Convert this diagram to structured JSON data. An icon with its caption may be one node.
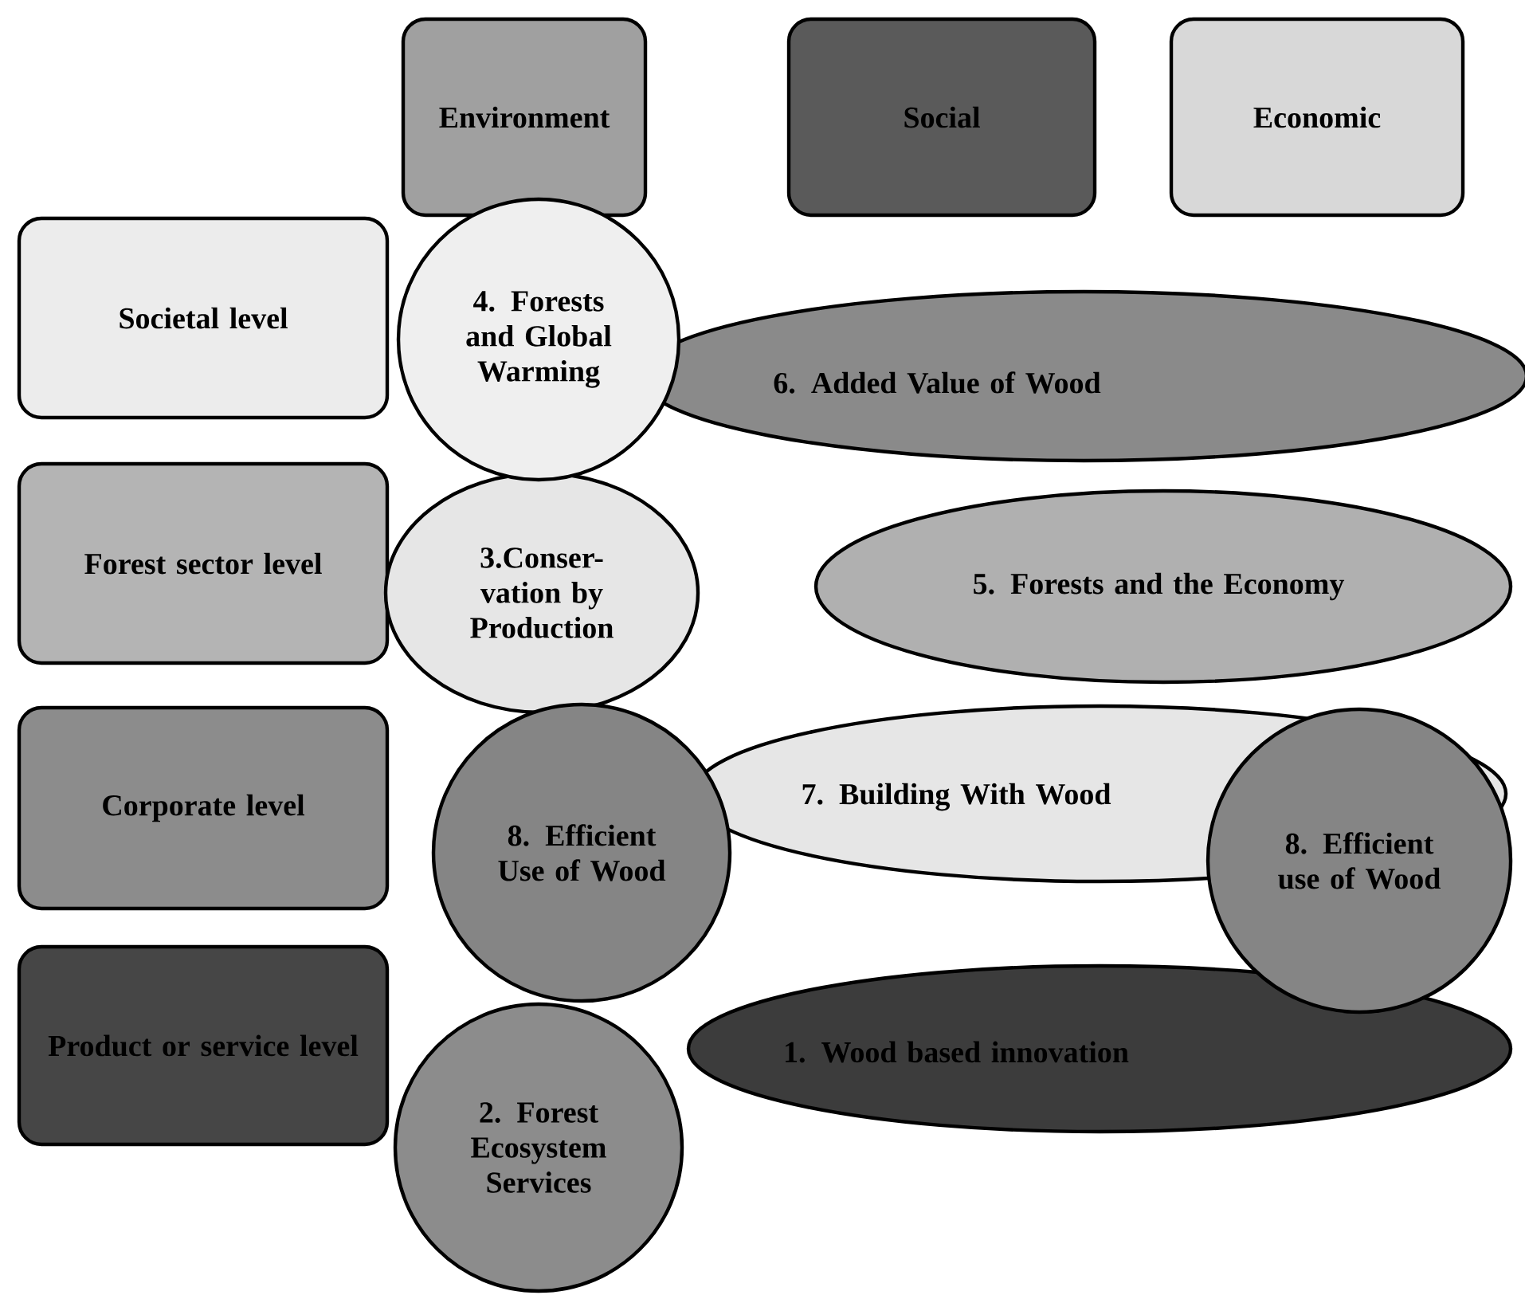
{
  "diagram": {
    "nodes": [
      {
        "text": [
          "Environment"
        ]
      },
      {
        "text": [
          "Social"
        ]
      },
      {
        "text": [
          "Economic"
        ]
      },
      {
        "text": [
          "Societal level"
        ]
      },
      {
        "text": [
          "Forest sector level"
        ]
      },
      {
        "text": [
          "Corporate level"
        ]
      },
      {
        "text": [
          "Product or service level"
        ]
      },
      {
        "text": [
          "4. Forests and Global Warming"
        ]
      },
      {
        "text": [
          "6. Added Value of Wood"
        ]
      },
      {
        "text": [
          "3.Conser-vation by Production"
        ]
      },
      {
        "text": [
          "5. Forests and the Economy"
        ]
      },
      {
        "text": [
          "8. Efficient Use of Wood"
        ]
      },
      {
        "text": [
          "7. Building With Wood"
        ]
      },
      {
        "text": [
          "8. Efficient use of Wood"
        ]
      },
      {
        "text": [
          "1. Wood based innovation"
        ]
      },
      {
        "text": [
          "2. Forest Ecosystem Services"
        ]
      }
    ]
  }
}
